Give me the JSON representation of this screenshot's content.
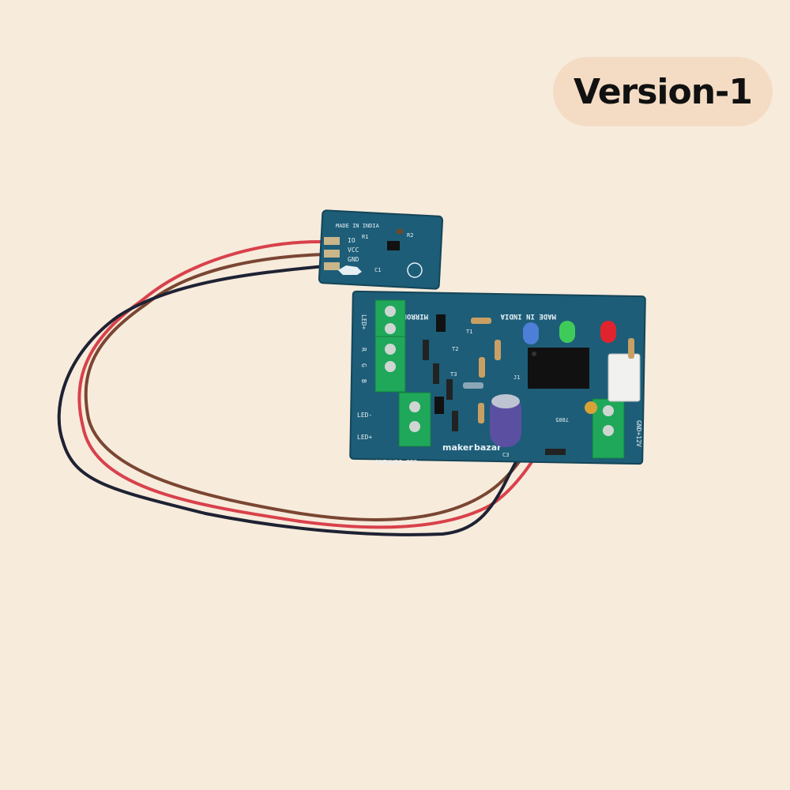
{
  "badge": {
    "label": "Version-1"
  },
  "sensor_board": {
    "made_in": "MADE IN INDIA",
    "pins": [
      "IO",
      "VCC",
      "GND"
    ],
    "parts": [
      "R1",
      "R2",
      "C1"
    ]
  },
  "main_board": {
    "title_mirror": "MIRROR TOUCH",
    "title_made_in": "MADE IN INDIA",
    "led_rgb_labels": [
      "LED+",
      "R",
      "G",
      "B"
    ],
    "led_dimming_labels": [
      "LED-",
      "LED+"
    ],
    "led_dimming_title": "LED DIMMING",
    "power_label": "GND+12V",
    "regulator": "7805",
    "part_labels": [
      "T1",
      "T2",
      "T3",
      "J1",
      "C3"
    ],
    "brand_prefix": "maker",
    "brand_suffix": "bazar"
  },
  "colors": {
    "background": "#f7ebdc",
    "badge": "#f4dcc4",
    "pcb": "#1d5d78",
    "terminal": "#1fa85a",
    "wire_red": "#d8414b",
    "wire_brown": "#7a4632",
    "wire_black": "#1e2233"
  }
}
